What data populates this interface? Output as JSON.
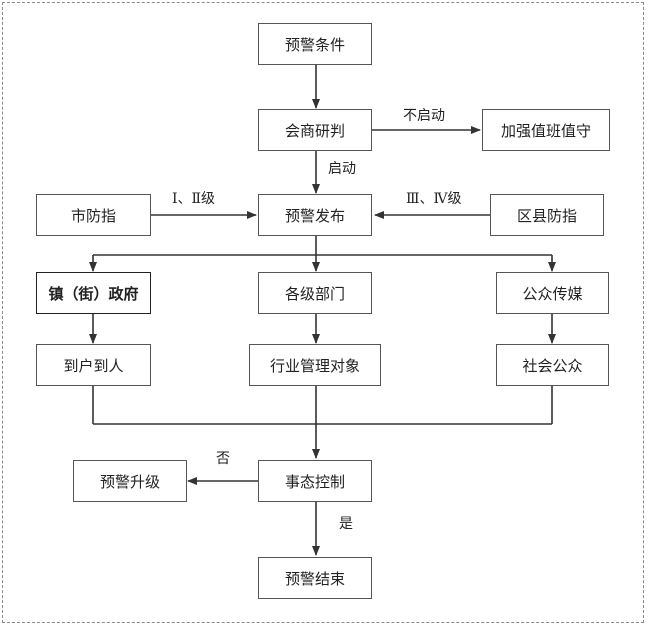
{
  "nodes": {
    "warning_condition": "预警条件",
    "consultation": "会商研判",
    "strengthen_duty": "加强值班值守",
    "city_command": "市防指",
    "warning_release": "预警发布",
    "district_command": "区县防指",
    "town_gov": "镇（街）政府",
    "departments": "各级部门",
    "public_media": "公众传媒",
    "door_to_door": "到户到人",
    "industry_targets": "行业管理对象",
    "public": "社会公众",
    "escalate": "预警升级",
    "situation_control": "事态控制",
    "warning_end": "预警结束"
  },
  "edge_labels": {
    "not_start": "不启动",
    "start": "启动",
    "level_1_2": "Ⅰ、Ⅱ级",
    "level_3_4": "Ⅲ、Ⅳ级",
    "no": "否",
    "yes": "是"
  }
}
